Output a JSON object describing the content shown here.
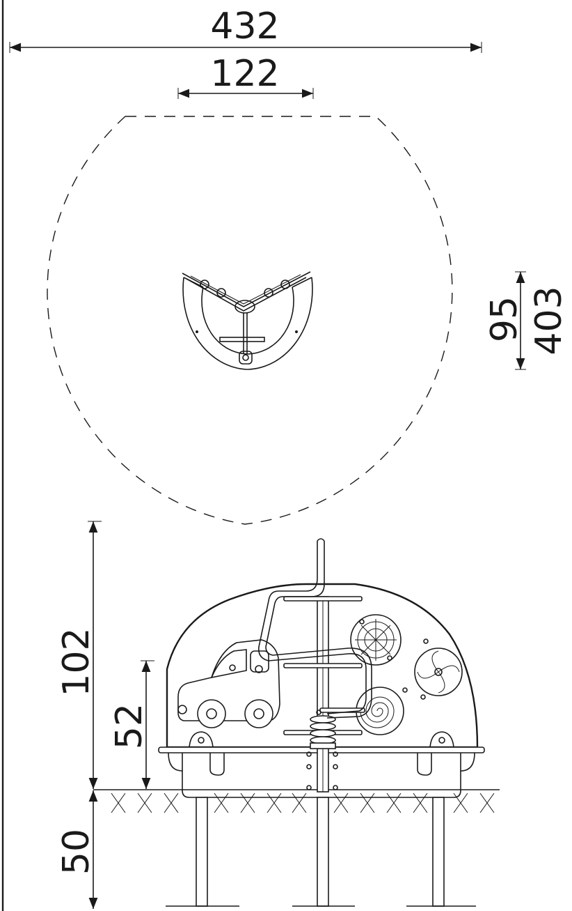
{
  "dimensions": {
    "overall_width": "432",
    "seat_width": "122",
    "seat_depth": "95",
    "overall_depth": "403",
    "total_height": "102",
    "seat_height": "52",
    "foundation_depth": "50"
  },
  "colors": {
    "line": "#1a1a1a",
    "background": "#ffffff"
  }
}
